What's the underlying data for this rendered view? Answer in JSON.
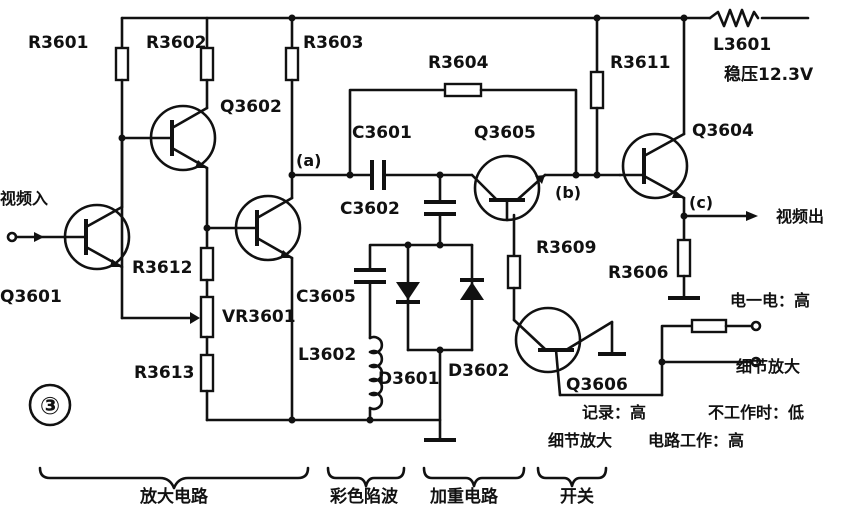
{
  "figure_number": "③",
  "components": {
    "r3601": "R3601",
    "r3602": "R3602",
    "r3603": "R3603",
    "r3604": "R3604",
    "r3611": "R3611",
    "r3612": "R3612",
    "r3613": "R3613",
    "r3609": "R3609",
    "r3606": "R3606",
    "l3601": "L3601",
    "l3602": "L3602",
    "c3601": "C3601",
    "c3602": "C3602",
    "c3605": "C3605",
    "d3601": "D3601",
    "d3602": "D3602",
    "vr3601": "VR3601",
    "q3601": "Q3601",
    "q3602": "Q3602",
    "q3604": "Q3604",
    "q3605": "Q3605",
    "q3606": "Q3606"
  },
  "nodes": {
    "a": "(a)",
    "b": "(b)",
    "c": "(c)"
  },
  "io": {
    "video_in": "视频入",
    "video_out": "视频出"
  },
  "supply": "稳压12.3V",
  "notes": {
    "power_high": "电一电：高",
    "detail_enhance": "细节放大",
    "record": "记录：高",
    "idle": "不工作时：低",
    "detail_circuit": "细节放大",
    "working": "电路工作：高"
  },
  "sections": {
    "amplifier": "放大电路",
    "color_trap": "彩色陷波",
    "emphasis": "加重电路",
    "switch": "开关"
  }
}
